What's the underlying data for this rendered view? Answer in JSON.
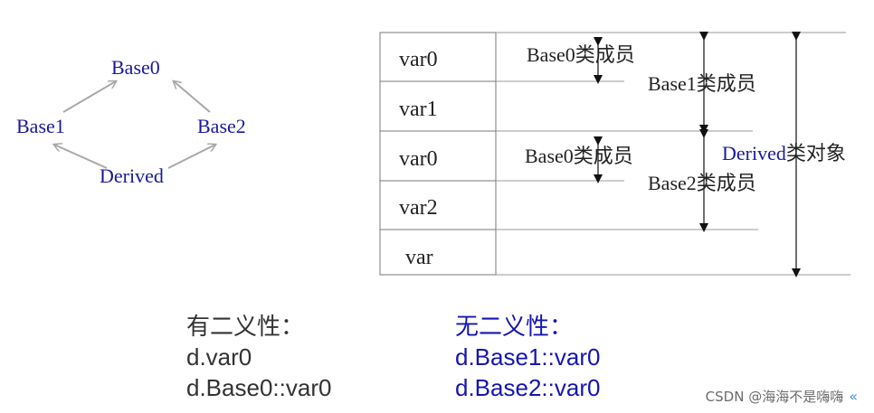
{
  "inheritance": {
    "base0": "Base0",
    "base1": "Base1",
    "base2": "Base2",
    "derived": "Derived"
  },
  "layout_table": {
    "rows": [
      "var0",
      "var1",
      "var0",
      "var2",
      "var"
    ]
  },
  "member_labels": {
    "base0_members": "Base0类成员",
    "base1_members": "Base1类成员",
    "base0_members_2": "Base0类成员",
    "base2_members": "Base2类成员",
    "derived_object_a": "Derived",
    "derived_object_b": "类对象"
  },
  "ambiguous": {
    "heading": "有二义性：",
    "line1": "d.var0",
    "line2": "d.Base0::var0"
  },
  "unambiguous": {
    "heading": "无二义性：",
    "line1": "d.Base1::var0",
    "line2": "d.Base2::var0"
  },
  "watermark": {
    "text": "CSDN @海海不是嗨嗨",
    "chevron": "«"
  },
  "colors": {
    "class_name": "#1a1a9c",
    "note_blue": "#1515b0",
    "note_dark": "#333333"
  }
}
